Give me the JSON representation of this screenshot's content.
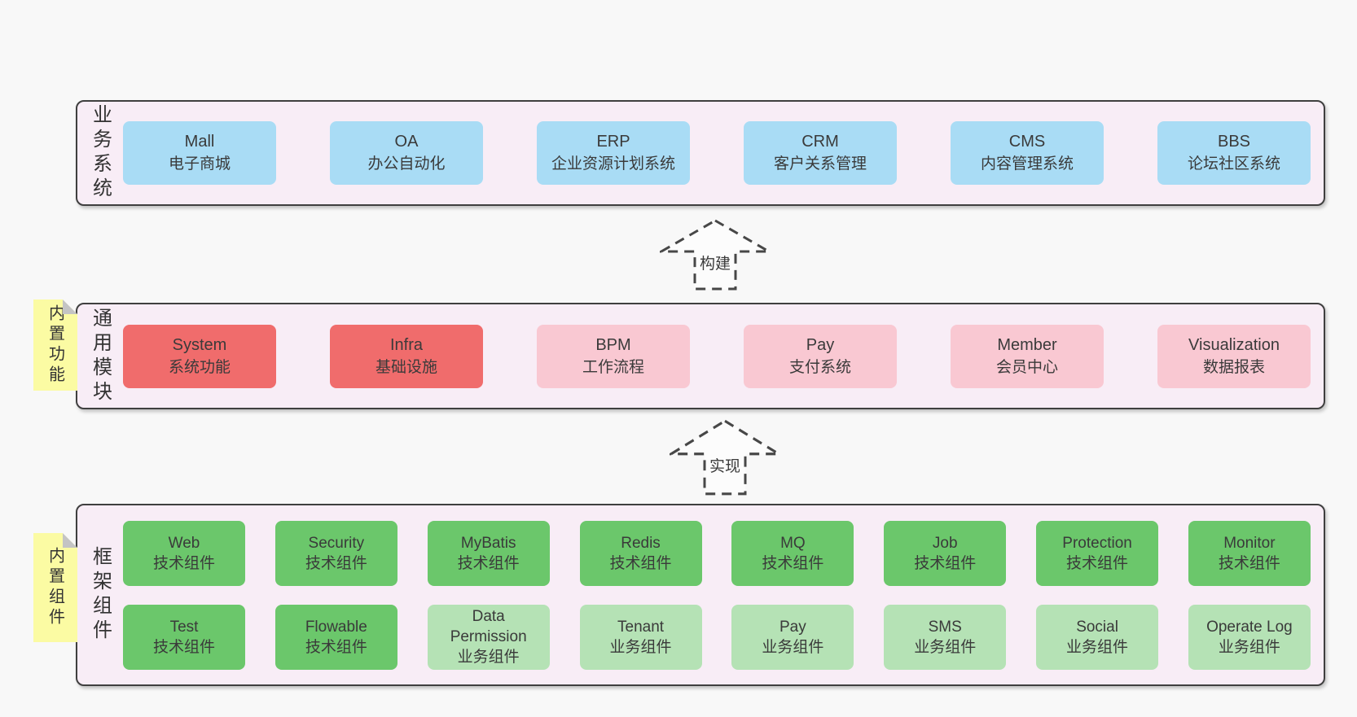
{
  "colors": {
    "page-bg": "#f8f8f8",
    "panel-bg": "#f8edf6",
    "panel-border": "#3f3f3f",
    "box-blue": "#a9dcf5",
    "box-red": "#f06c6c",
    "box-pink": "#f9c8d2",
    "box-green": "#6bc76b",
    "box-green-light": "#b5e2b5",
    "note-bg": "#fbfba3",
    "note-fold": "#c4c4c4",
    "text": "#3a3a3a"
  },
  "sections": {
    "business": {
      "label": "业务系统",
      "boxes": [
        {
          "en": "Mall",
          "zh": "电子商城",
          "variant": "blue"
        },
        {
          "en": "OA",
          "zh": "办公自动化",
          "variant": "blue"
        },
        {
          "en": "ERP",
          "zh": "企业资源计划系统",
          "variant": "blue"
        },
        {
          "en": "CRM",
          "zh": "客户关系管理",
          "variant": "blue"
        },
        {
          "en": "CMS",
          "zh": "内容管理系统",
          "variant": "blue"
        },
        {
          "en": "BBS",
          "zh": "论坛社区系统",
          "variant": "blue"
        }
      ]
    },
    "modules": {
      "label": "通用模块",
      "note": "内置功能",
      "boxes": [
        {
          "en": "System",
          "zh": "系统功能",
          "variant": "red"
        },
        {
          "en": "Infra",
          "zh": "基础设施",
          "variant": "red"
        },
        {
          "en": "BPM",
          "zh": "工作流程",
          "variant": "pink"
        },
        {
          "en": "Pay",
          "zh": "支付系统",
          "variant": "pink"
        },
        {
          "en": "Member",
          "zh": "会员中心",
          "variant": "pink"
        },
        {
          "en": "Visualization",
          "zh": "数据报表",
          "variant": "pink"
        }
      ]
    },
    "framework": {
      "label": "框架组件",
      "note": "内置组件",
      "rows": [
        [
          {
            "en": "Web",
            "zh": "技术组件",
            "variant": "green"
          },
          {
            "en": "Security",
            "zh": "技术组件",
            "variant": "green"
          },
          {
            "en": "MyBatis",
            "zh": "技术组件",
            "variant": "green"
          },
          {
            "en": "Redis",
            "zh": "技术组件",
            "variant": "green"
          },
          {
            "en": "MQ",
            "zh": "技术组件",
            "variant": "green"
          },
          {
            "en": "Job",
            "zh": "技术组件",
            "variant": "green"
          },
          {
            "en": "Protection",
            "zh": "技术组件",
            "variant": "green"
          },
          {
            "en": "Monitor",
            "zh": "技术组件",
            "variant": "green"
          }
        ],
        [
          {
            "en": "Test",
            "zh": "技术组件",
            "variant": "green"
          },
          {
            "en": "Flowable",
            "zh": "技术组件",
            "variant": "green"
          },
          {
            "en": "Data Permission",
            "zh": "业务组件",
            "variant": "green-light"
          },
          {
            "en": "Tenant",
            "zh": "业务组件",
            "variant": "green-light"
          },
          {
            "en": "Pay",
            "zh": "业务组件",
            "variant": "green-light"
          },
          {
            "en": "SMS",
            "zh": "业务组件",
            "variant": "green-light"
          },
          {
            "en": "Social",
            "zh": "业务组件",
            "variant": "green-light"
          },
          {
            "en": "Operate Log",
            "zh": "业务组件",
            "variant": "green-light"
          }
        ]
      ]
    }
  },
  "arrows": {
    "build": {
      "label": "构建"
    },
    "implement": {
      "label": "实现"
    }
  }
}
